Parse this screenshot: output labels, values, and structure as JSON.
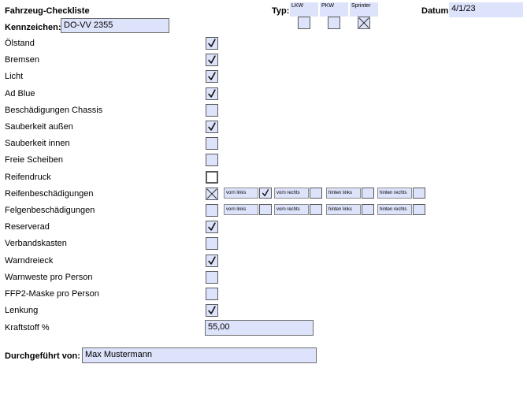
{
  "form": {
    "title": "Fahrzeug-Checkliste",
    "type_label": "Typ:",
    "types": [
      {
        "label": "LKW",
        "checked": false
      },
      {
        "label": "PKW",
        "checked": false
      },
      {
        "label": "Sprinter",
        "checked": true
      }
    ],
    "date_label": "Datum:",
    "date_value": "4/1/23",
    "plate_label": "Kennzeichen:",
    "plate_value": "DO-VV 2355",
    "items": [
      {
        "label": "Ölstand",
        "state": "check"
      },
      {
        "label": "Bremsen",
        "state": "check"
      },
      {
        "label": "Licht",
        "state": "check"
      },
      {
        "label": "Ad Blue",
        "state": "check"
      },
      {
        "label": "Beschädigungen Chassis",
        "state": "empty"
      },
      {
        "label": "Sauberkeit außen",
        "state": "check"
      },
      {
        "label": "Sauberkeit innen",
        "state": "empty"
      },
      {
        "label": "Freie Scheiben",
        "state": "empty"
      },
      {
        "label": "Reifendruck",
        "state": "empty"
      },
      {
        "label": "Reifenbeschädigungen",
        "state": "cross"
      },
      {
        "label": "Felgenbeschädigungen",
        "state": "empty"
      },
      {
        "label": "Reserverad",
        "state": "check"
      },
      {
        "label": "Verbandskasten",
        "state": "empty"
      },
      {
        "label": "Warndreieck",
        "state": "check"
      },
      {
        "label": "Warnweste pro Person",
        "state": "empty"
      },
      {
        "label": "FFP2-Maske pro Person",
        "state": "empty"
      },
      {
        "label": "Lenkung",
        "state": "check"
      }
    ],
    "tire_positions": [
      [
        {
          "label": "vorn links",
          "state": "check"
        },
        {
          "label": "vorn rechts",
          "state": "empty"
        },
        {
          "label": "hinten links",
          "state": "empty"
        },
        {
          "label": "hinten rechts",
          "state": "empty"
        }
      ],
      [
        {
          "label": "vorn links",
          "state": "empty"
        },
        {
          "label": "vorn rechts",
          "state": "empty"
        },
        {
          "label": "hinten links",
          "state": "empty"
        },
        {
          "label": "hinten rechts",
          "state": "empty"
        }
      ]
    ],
    "fuel_label": "Kraftstoff %",
    "fuel_value": "55,00",
    "performed_label": "Durchgeführt von:",
    "performed_value": "Max Mustermann"
  }
}
